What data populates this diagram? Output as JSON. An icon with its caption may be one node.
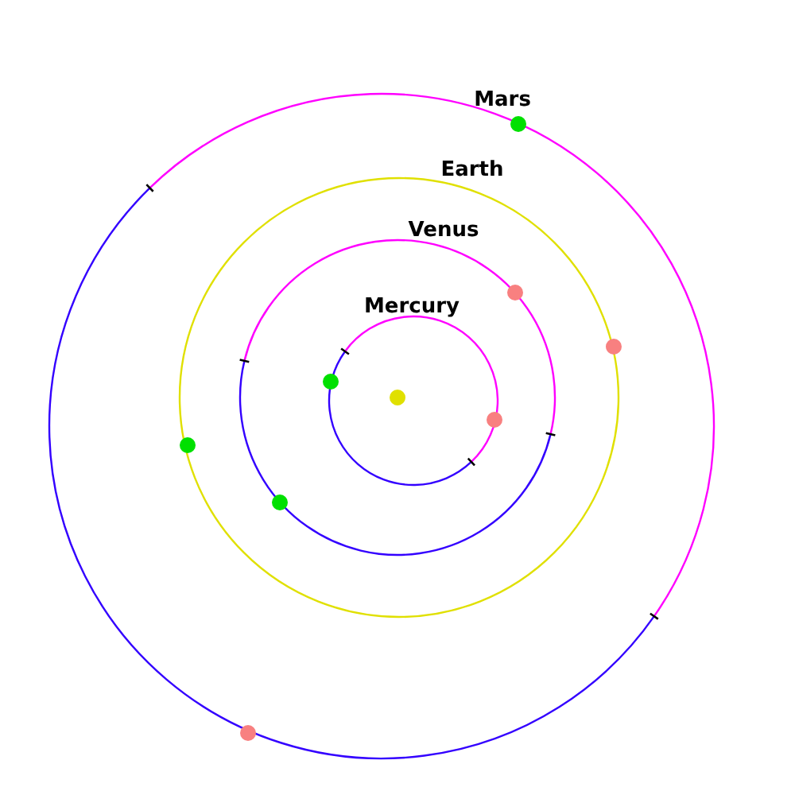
{
  "diagram": {
    "labels": [
      "Mars",
      "Earth",
      "Venus",
      "Mercury"
    ]
  }
}
